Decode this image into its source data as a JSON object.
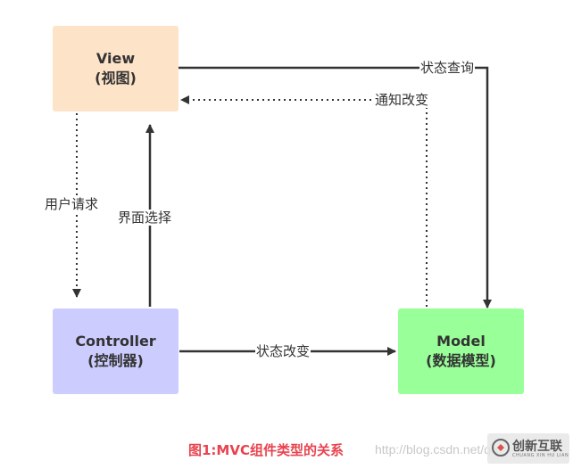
{
  "nodes": {
    "view": {
      "title": "View",
      "subtitle": "(视图)",
      "fill": "#fde3c8"
    },
    "controller": {
      "title": "Controller",
      "subtitle": "(控制器)",
      "fill": "#ccccff"
    },
    "model": {
      "title": "Model",
      "subtitle": "(数据模型)",
      "fill": "#99ff99"
    }
  },
  "edges": {
    "state_query": "状态查询",
    "notify_change": "通知改变",
    "user_request": "用户请求",
    "ui_select": "界面选择",
    "state_change": "状态改变"
  },
  "caption": {
    "text": "图1:MVC组件类型的关系",
    "color": "#e8434f"
  },
  "watermark": {
    "url": "http://blog.csdn.net/qq",
    "logo_text": "创新互联",
    "logo_sub": "CHUANG XIN HU LIAN"
  },
  "colors": {
    "line": "#333333"
  }
}
